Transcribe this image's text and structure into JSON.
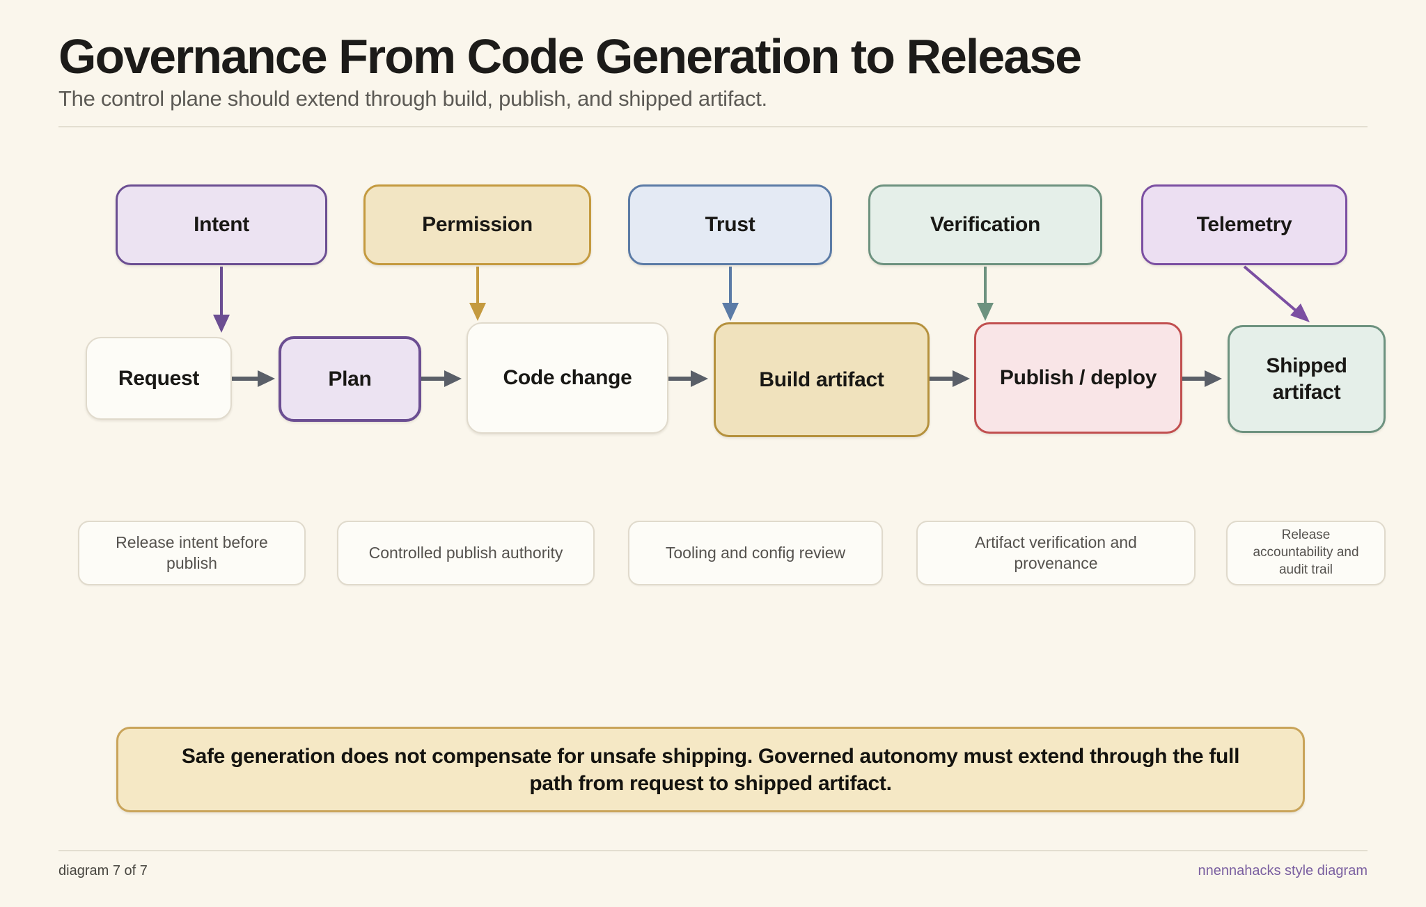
{
  "header": {
    "title": "Governance From Code Generation to Release",
    "subtitle": "The control plane should extend through build, publish, and shipped artifact."
  },
  "flow": {
    "top_row": [
      {
        "label": "Intent",
        "arrow_color": "#6b4e92"
      },
      {
        "label": "Permission",
        "arrow_color": "#c49a3f"
      },
      {
        "label": "Trust",
        "arrow_color": "#5b7ba6"
      },
      {
        "label": "Verification",
        "arrow_color": "#6d927f"
      },
      {
        "label": "Telemetry",
        "arrow_color": "#7b4fa2"
      }
    ],
    "main_row": [
      {
        "label": "Request"
      },
      {
        "label": "Plan"
      },
      {
        "label": "Code change"
      },
      {
        "label": "Build artifact"
      },
      {
        "label": "Publish / deploy"
      },
      {
        "label": "Shipped artifact"
      }
    ],
    "controls": [
      {
        "label": "Release intent before publish"
      },
      {
        "label": "Controlled publish authority"
      },
      {
        "label": "Tooling and config review"
      },
      {
        "label": "Artifact verification and provenance"
      },
      {
        "label": "Release accountability and audit trail"
      }
    ]
  },
  "callout": {
    "text": "Safe generation does not compensate for unsafe shipping. Governed autonomy must extend through the full path from request to shipped artifact."
  },
  "footer": {
    "left": "diagram 7 of 7",
    "right": "nnennahacks style diagram"
  },
  "colors": {
    "background": "#faf6ec",
    "purple_border": "#6b4e92",
    "purple_fill": "#ece3f2",
    "telemetry_border": "#7b4fa2",
    "gold_border": "#c49a3f",
    "gold_fill": "#f2e5c3",
    "blue_border": "#5b7ba6",
    "blue_fill": "#e4eaf4",
    "green_border": "#6d927f",
    "green_fill": "#e5efe9",
    "red_border": "#c14f4f",
    "pink_fill": "#f9e5e7",
    "neutral_fill": "#fdfcf7",
    "neutral_border": "#e0dacc",
    "arrow_gray": "#5a5f68",
    "callout_fill": "#f5e8c5",
    "callout_border": "#c9a45a",
    "footer_accent": "#7a5fa0"
  }
}
